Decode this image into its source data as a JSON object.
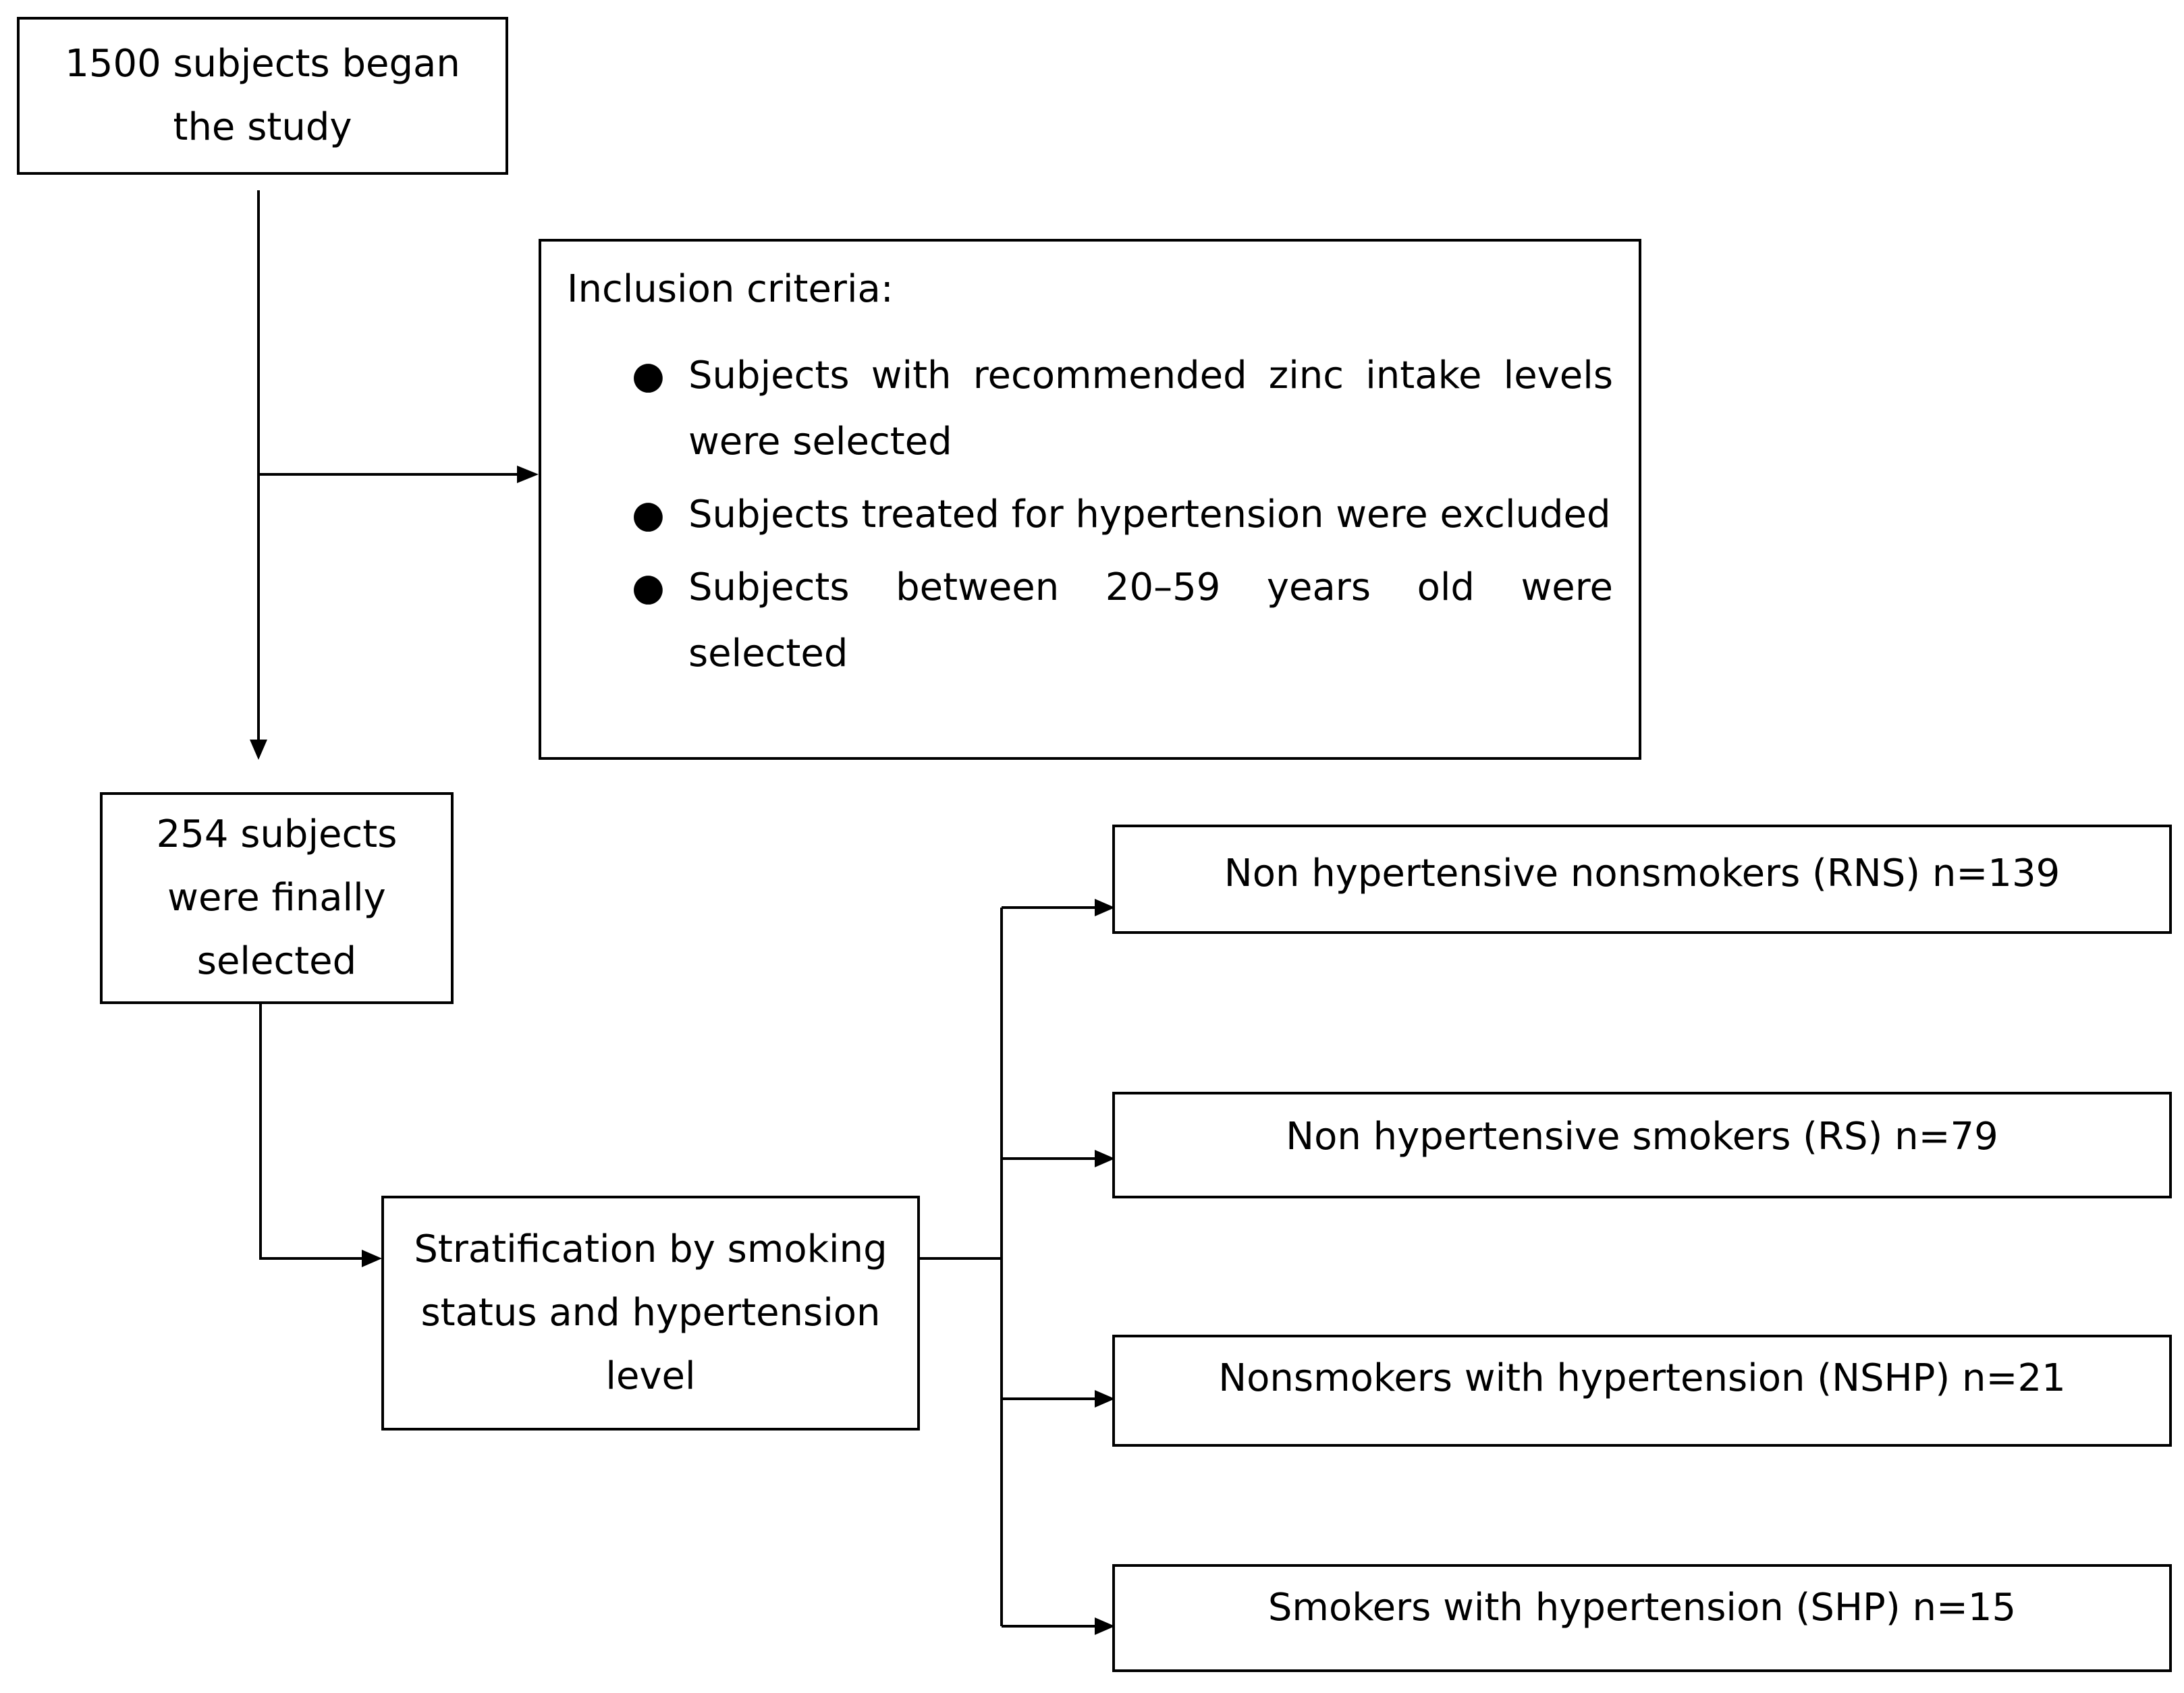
{
  "start": {
    "label": "1500 subjects began the study"
  },
  "inclusion": {
    "title": "Inclusion criteria:",
    "items": [
      "Subjects with recommended zinc intake levels were selected",
      "Subjects treated for hypertension were excluded",
      "Subjects between 20–59 years old were selected"
    ]
  },
  "selected": {
    "label": "254 subjects were finally selected"
  },
  "stratification": {
    "label": "Stratification by smoking status and hypertension level"
  },
  "groups": [
    "Non hypertensive nonsmokers (RNS) n=139",
    "Non hypertensive smokers (RS) n=79",
    "Nonsmokers with hypertension (NSHP) n=21",
    "Smokers with hypertension (SHP) n=15"
  ]
}
